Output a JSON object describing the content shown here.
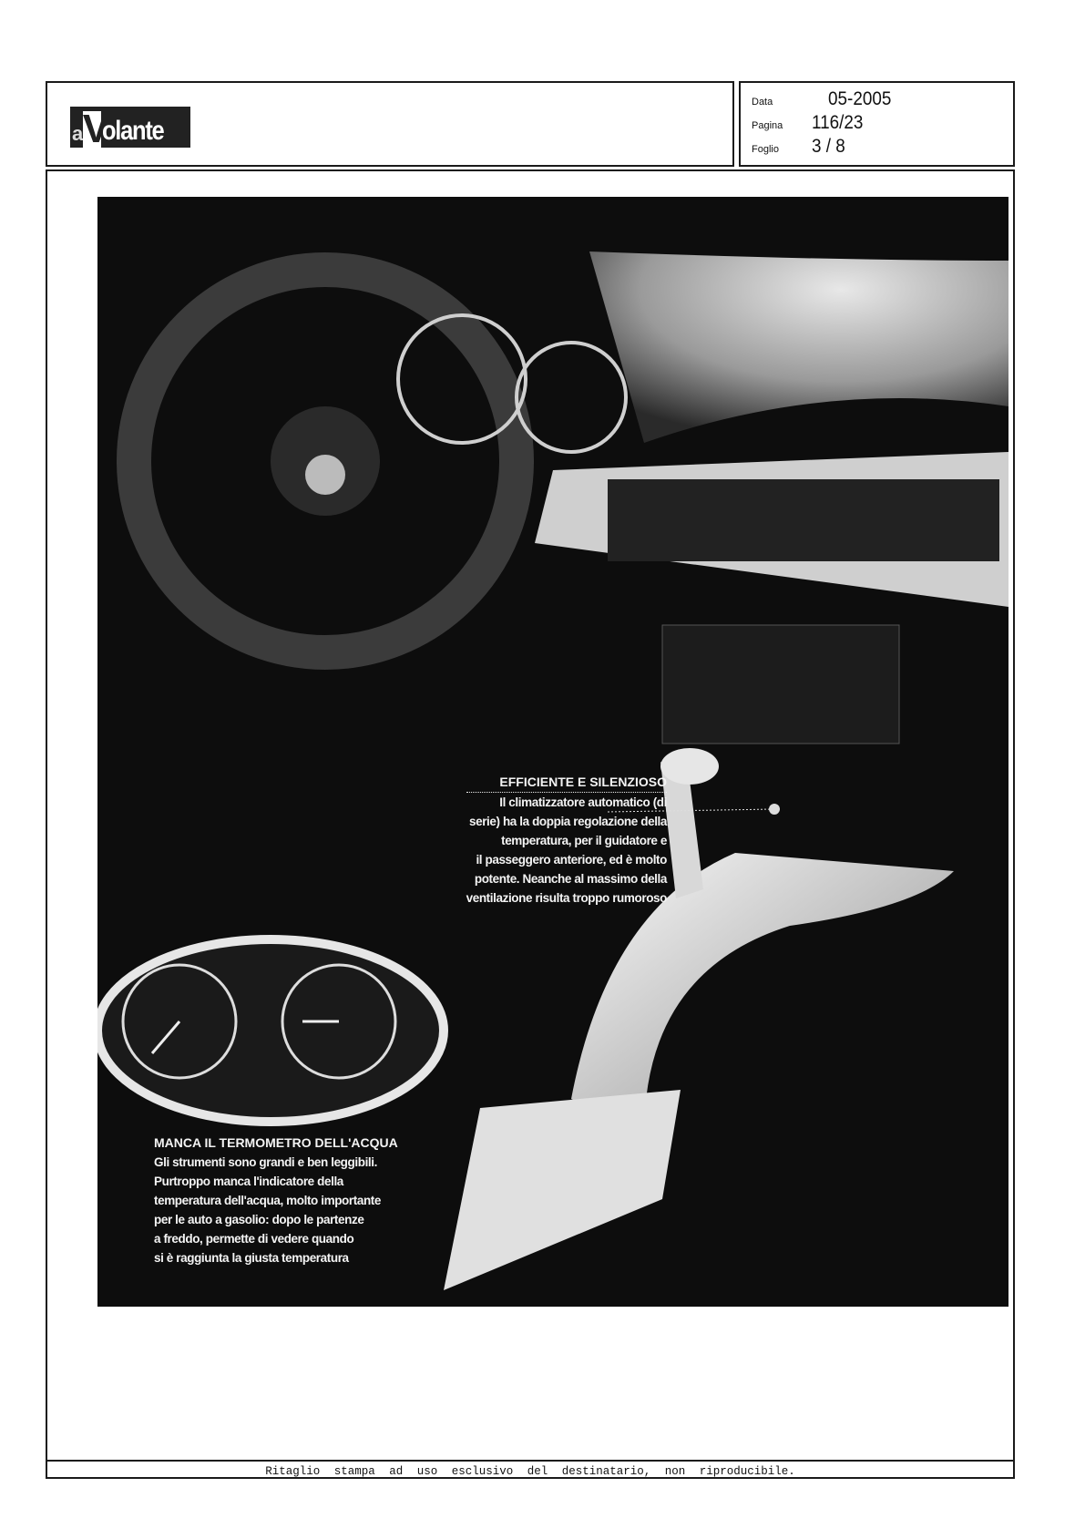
{
  "header": {
    "logo_text": "alVolante",
    "meta": [
      {
        "label": "Data",
        "value": "05-2005"
      },
      {
        "label": "Pagina",
        "value": "116/23"
      },
      {
        "label": "Foglio",
        "value": "3 / 8"
      }
    ]
  },
  "captions": [
    {
      "heading": "EFFICIENTE E SILENZIOSO",
      "lines": [
        "Il climatizzatore automatico (di",
        "serie) ha la doppia regolazione della",
        "temperatura, per il guidatore e",
        "il passeggero anteriore, ed è molto",
        "potente. Neanche al massimo della",
        "ventilazione risulta troppo rumoroso"
      ]
    },
    {
      "heading": "MANCA IL TERMOMETRO DELL'ACQUA",
      "lines": [
        "Gli strumenti sono grandi e ben leggibili.",
        "Purtroppo manca l'indicatore della",
        "temperatura dell'acqua, molto importante",
        "per le auto a gasolio: dopo le partenze",
        "a freddo, permette di vedere quando",
        "si è raggiunta la giusta temperatura"
      ]
    }
  ],
  "footer": "Ritaglio stampa ad uso esclusivo del destinatario, non riproducibile."
}
